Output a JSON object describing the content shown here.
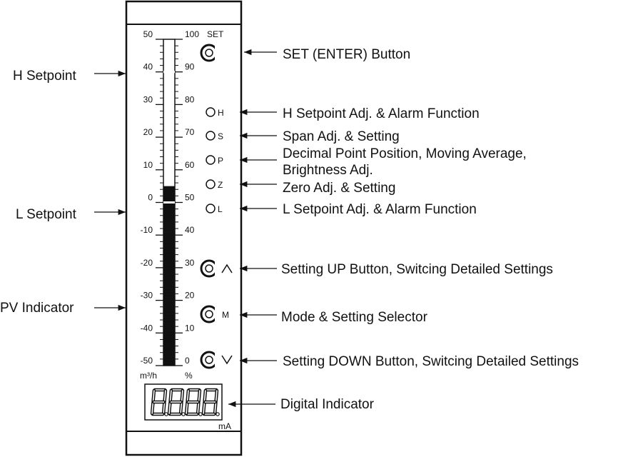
{
  "left_scale": [
    "50",
    "40",
    "30",
    "20",
    "10",
    "0",
    "-10",
    "-20",
    "-30",
    "-40",
    "-50"
  ],
  "right_scale": [
    "100",
    "90",
    "80",
    "70",
    "60",
    "50",
    "40",
    "30",
    "20",
    "10",
    "0"
  ],
  "left_unit": "m³/h",
  "right_unit": "%",
  "set_label": "SET",
  "mA_label": "mA",
  "indicators": [
    {
      "letter": "H"
    },
    {
      "letter": "S"
    },
    {
      "letter": "P"
    },
    {
      "letter": "Z"
    },
    {
      "letter": "L"
    }
  ],
  "button_symbols": {
    "up": "^",
    "mode": "M",
    "down": "v"
  },
  "bar_fill_percent": 55,
  "h_setpoint_percent": 90,
  "l_setpoint_percent": 50,
  "left_callouts": {
    "h_setpoint": "H Setpoint",
    "l_setpoint": "L Setpoint",
    "pv_indicator": "PV Indicator"
  },
  "right_callouts": {
    "set_button": "SET (ENTER) Button",
    "h_adj": "H Setpoint Adj. & Alarm Function",
    "span_adj": "Span Adj. & Setting",
    "dp_line1": "Decimal Point Position, Moving Average,",
    "dp_line2": "Brightness Adj.",
    "zero_adj": "Zero Adj. & Setting",
    "l_adj": "L Setpoint Adj. & Alarm Function",
    "up_button": "Setting UP Button, Switcing Detailed Settings",
    "mode_button": "Mode & Setting Selector",
    "down_button": "Setting DOWN Button, Switcing Detailed Settings",
    "digital": "Digital Indicator"
  }
}
